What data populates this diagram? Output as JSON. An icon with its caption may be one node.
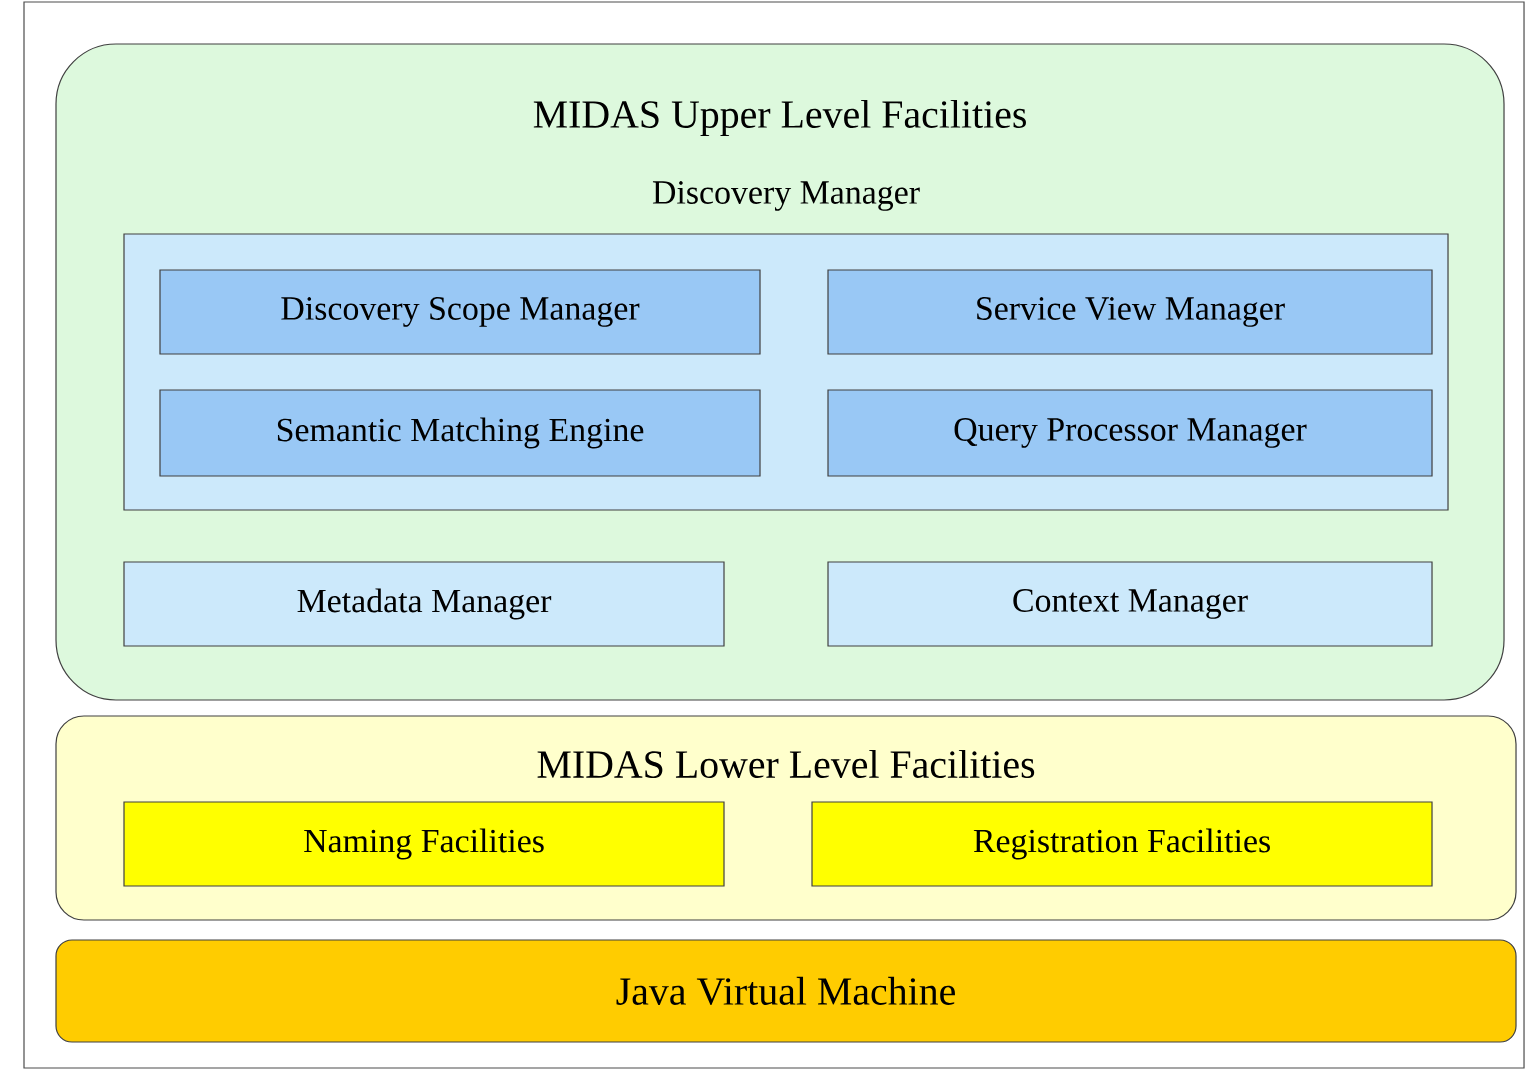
{
  "diagram": {
    "nodes": [
      {
        "text": [
          "MIDAS Upper Level Facilities"
        ]
      },
      {
        "text": [
          "Discovery Manager"
        ],
        "in": 0
      },
      {
        "text": [
          "Discovery Scope Manager"
        ],
        "in": 1
      },
      {
        "text": [
          "Service View Manager"
        ],
        "in": 1
      },
      {
        "text": [
          "Semantic Matching Engine"
        ],
        "in": 1
      },
      {
        "text": [
          "Query Processor Manager"
        ],
        "in": 1
      },
      {
        "text": [
          "Metadata Manager"
        ],
        "in": 0
      },
      {
        "text": [
          "Context Manager"
        ],
        "in": 0
      },
      {
        "text": [
          "MIDAS Lower Level Facilities"
        ]
      },
      {
        "text": [
          "Naming Facilities"
        ],
        "in": 8
      },
      {
        "text": [
          "Registration Facilities"
        ],
        "in": 8
      },
      {
        "text": [
          "Java Virtual Machine"
        ]
      }
    ]
  }
}
